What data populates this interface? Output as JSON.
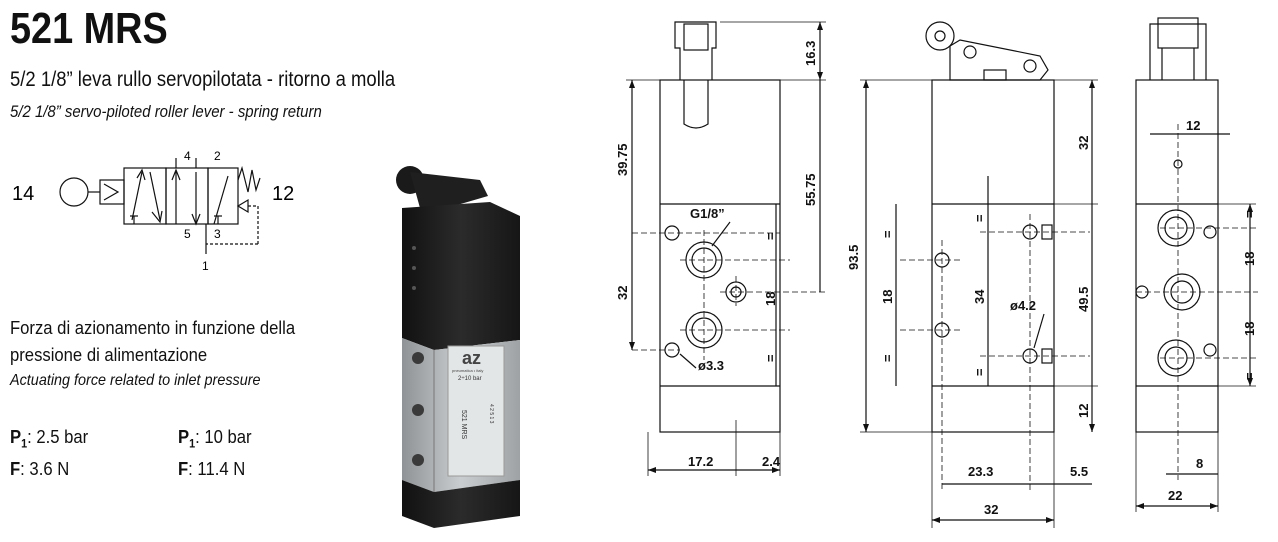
{
  "product": {
    "title": "521 MRS",
    "subtitle_it": "5/2 1/8” leva rullo servopilotata - ritorno a molla",
    "subtitle_en": "5/2 1/8” servo-piloted roller lever - spring return"
  },
  "symbol": {
    "port_left": "14",
    "port_right": "12",
    "port_4": "4",
    "port_2": "2",
    "port_5": "5",
    "port_3": "3",
    "port_1": "1"
  },
  "force": {
    "line1_it": "Forza di azionamento in funzione della",
    "line2_it": "pressione di alimentazione",
    "line_en": "Actuating force related to inlet pressure"
  },
  "pressures": [
    {
      "p_label": "P",
      "p_sub": "1",
      "p_value": ": 2.5 bar",
      "f_label": "F",
      "f_value": ": 3.6 N"
    },
    {
      "p_label": "P",
      "p_sub": "1",
      "p_value": ": 10 bar",
      "f_label": "F",
      "f_value": ": 11.4 N"
    }
  ],
  "photo": {
    "brand": "az",
    "brand_sub": "pneumatica • italy",
    "pressure": "2÷10 bar",
    "model": "521 MRS",
    "nums": "4 2  5 1 3"
  },
  "dimensions": {
    "front": {
      "d16_3": "16.3",
      "d39_75": "39.75",
      "d55_75": "55.75",
      "d32": "32",
      "d18": "18",
      "eq1": "=",
      "eq2": "=",
      "thread": "G1/8”",
      "hole": "ø3.3",
      "d17_2": "17.2",
      "d2_4": "2.4"
    },
    "side": {
      "d93_5": "93.5",
      "d32_top": "32",
      "d49_5": "49.5",
      "d12": "12",
      "d18": "18",
      "d34": "34",
      "hole": "ø4.2",
      "eq1": "=",
      "eq2": "=",
      "eq3": "=",
      "eq4": "=",
      "d23_3": "23.3",
      "d5_5": "5.5",
      "d32_bottom": "32"
    },
    "end": {
      "d12": "12",
      "d18a": "18",
      "d18b": "18",
      "eq1": "=",
      "eq2": "=",
      "d8": "8",
      "d22": "22"
    }
  }
}
